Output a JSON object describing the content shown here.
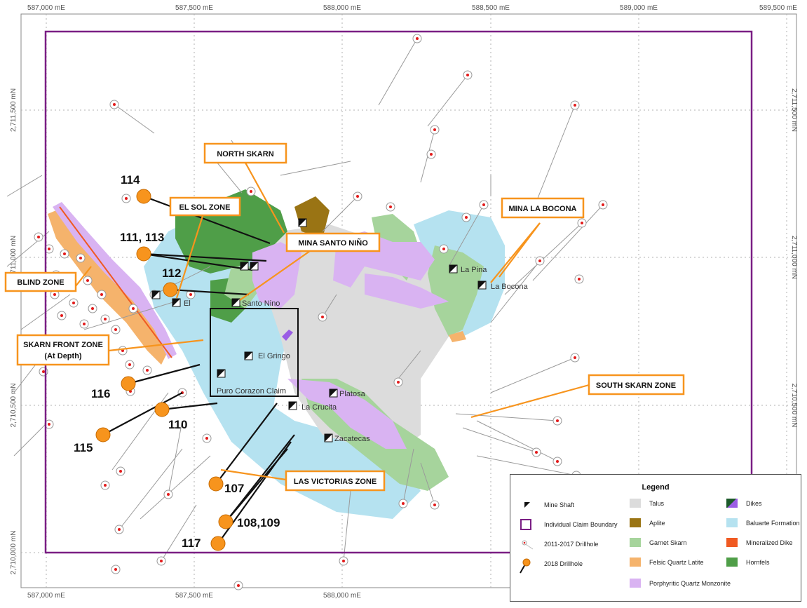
{
  "axis": {
    "easting_labels": [
      "587,000 mE",
      "587,500 mE",
      "588,000 mE",
      "588,500 mE",
      "589,000 mE",
      "589,500 mE"
    ],
    "northing_labels": [
      "2,711,500 mN",
      "2,711,000 mN",
      "2,710,500 mN",
      "2,710,000 mN"
    ]
  },
  "features": {
    "santo_nino": "Santo Nino",
    "el_gringo": "El Gringo",
    "puro_corazon": "Puro Corazon Claim",
    "platosa": "Platosa",
    "la_crucita": "La Crucita",
    "zacatecas": "Zacatecas",
    "la_pina": "La Pina",
    "la_bocona": "La Bocona",
    "el_partial": "El"
  },
  "zones": {
    "north_skarn": "NORTH SKARN",
    "el_sol": "EL SOL ZONE",
    "mina_santo_nino": "MINA SANTO NIÑO",
    "mina_la_bocona": "MINA LA BOCONA",
    "blind": "BLIND ZONE",
    "skarn_front_line1": "SKARN FRONT ZONE",
    "skarn_front_line2": "(At Depth)",
    "south_skarn": "SOUTH SKARN ZONE",
    "las_victorias": "LAS VICTORIAS ZONE"
  },
  "drillholes_2018": {
    "h114": "114",
    "h111_113": "111, 113",
    "h112": "112",
    "h116": "116",
    "h110": "110",
    "h115": "115",
    "h107": "107",
    "h108_109": "108,109",
    "h117": "117"
  },
  "legend": {
    "title": "Legend",
    "mine_shaft": "Mine Shaft",
    "claim_boundary": "Individual Claim Boundary",
    "drillhole_old": "2011-2017 Drillhole",
    "drillhole_2018": "2018 Drillhole",
    "talus": "Talus",
    "aplite": "Aplite",
    "garnet_skarn": "Garnet Skarn",
    "felsic_quartz_latite": "Felsic Quartz Latite",
    "porphyritic_quartz_monzonite": "Porphyritic Quartz Monzonite",
    "dikes": "Dikes",
    "baluarte_formation": "Baluarte Formation",
    "mineralized_dike": "Mineralized Dike",
    "hornfels": "Hornfels"
  },
  "colors": {
    "talus": "#dcdcdc",
    "aplite": "#9a7414",
    "garnet_skarn": "#a6d49c",
    "felsic_quartz_latite": "#f5b36c",
    "porphyritic_quartz_monzonite": "#d9b3f2",
    "baluarte_formation": "#b5e2f0",
    "mineralized_dike": "#f05a22",
    "hornfels": "#4f9e48",
    "dikes_a": "#1c5a2a",
    "dikes_b": "#9b5de5",
    "claim_boundary": "#7a1e84",
    "callout": "#f7941d",
    "drillhole_2018": "#f7941d",
    "drillhole_old": "#e21b1b"
  }
}
